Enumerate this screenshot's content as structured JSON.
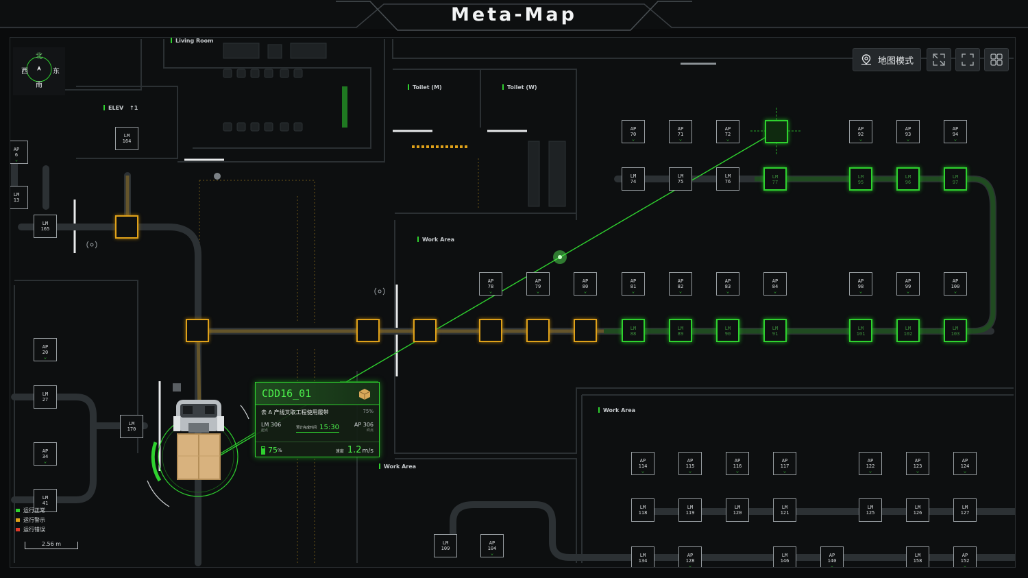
{
  "header": {
    "title": "Meta-Map"
  },
  "toolbar": {
    "map_mode_label": "地图模式"
  },
  "compass": {
    "north": "北",
    "south": "南",
    "east": "东",
    "west": "西"
  },
  "rooms": {
    "living_room": "Living Room",
    "elev": "ELEV",
    "elev_floor": "↑1",
    "toilet_m": "Toilet (M)",
    "toilet_w": "Toilet (W)",
    "work_area_1": "Work Area",
    "work_area_2": "Work Area",
    "work_area_3": "Work Area"
  },
  "nodes": [
    {
      "id": "ap70",
      "t": "AP",
      "n": "70",
      "k": "ap",
      "s": "w"
    },
    {
      "id": "ap71",
      "t": "AP",
      "n": "71",
      "k": "ap",
      "s": "w"
    },
    {
      "id": "ap72",
      "t": "AP",
      "n": "72",
      "k": "ap",
      "s": "w"
    },
    {
      "id": "ap92",
      "t": "AP",
      "n": "92",
      "k": "ap",
      "s": "w"
    },
    {
      "id": "ap93",
      "t": "AP",
      "n": "93",
      "k": "ap",
      "s": "w"
    },
    {
      "id": "ap94",
      "t": "AP",
      "n": "94",
      "k": "ap",
      "s": "w"
    },
    {
      "id": "lm74",
      "t": "LM",
      "n": "74",
      "k": "lm",
      "s": "w"
    },
    {
      "id": "lm75",
      "t": "LM",
      "n": "75",
      "k": "lm",
      "s": "w"
    },
    {
      "id": "lm76",
      "t": "LM",
      "n": "76",
      "k": "lm",
      "s": "w"
    },
    {
      "id": "lm77",
      "t": "LM",
      "n": "77",
      "k": "lm",
      "s": "g"
    },
    {
      "id": "lm95",
      "t": "LM",
      "n": "95",
      "k": "lm",
      "s": "g"
    },
    {
      "id": "lm96",
      "t": "LM",
      "n": "96",
      "k": "lm",
      "s": "g"
    },
    {
      "id": "lm97",
      "t": "LM",
      "n": "97",
      "k": "lm",
      "s": "g"
    },
    {
      "id": "ap78",
      "t": "AP",
      "n": "78",
      "k": "ap",
      "s": "w"
    },
    {
      "id": "ap79",
      "t": "AP",
      "n": "79",
      "k": "ap",
      "s": "w"
    },
    {
      "id": "ap80",
      "t": "AP",
      "n": "80",
      "k": "ap",
      "s": "w"
    },
    {
      "id": "ap81",
      "t": "AP",
      "n": "81",
      "k": "ap",
      "s": "w"
    },
    {
      "id": "ap82",
      "t": "AP",
      "n": "82",
      "k": "ap",
      "s": "w"
    },
    {
      "id": "ap83",
      "t": "AP",
      "n": "83",
      "k": "ap",
      "s": "w"
    },
    {
      "id": "ap84",
      "t": "AP",
      "n": "84",
      "k": "ap",
      "s": "w"
    },
    {
      "id": "ap98",
      "t": "AP",
      "n": "98",
      "k": "ap",
      "s": "w"
    },
    {
      "id": "ap99",
      "t": "AP",
      "n": "99",
      "k": "ap",
      "s": "w"
    },
    {
      "id": "ap100",
      "t": "AP",
      "n": "100",
      "k": "ap",
      "s": "w"
    },
    {
      "id": "lm88",
      "t": "LM",
      "n": "88",
      "k": "lm",
      "s": "g"
    },
    {
      "id": "lm89",
      "t": "LM",
      "n": "89",
      "k": "lm",
      "s": "g"
    },
    {
      "id": "lm90",
      "t": "LM",
      "n": "90",
      "k": "lm",
      "s": "g"
    },
    {
      "id": "lm91",
      "t": "LM",
      "n": "91",
      "k": "lm",
      "s": "g"
    },
    {
      "id": "lm101",
      "t": "LM",
      "n": "101",
      "k": "lm",
      "s": "g"
    },
    {
      "id": "lm102",
      "t": "LM",
      "n": "102",
      "k": "lm",
      "s": "g"
    },
    {
      "id": "lm103",
      "t": "LM",
      "n": "103",
      "k": "lm",
      "s": "g"
    },
    {
      "id": "lm165",
      "t": "LM",
      "n": "165",
      "k": "lm",
      "s": "w"
    },
    {
      "id": "ap20",
      "t": "AP",
      "n": "20",
      "k": "ap",
      "s": "w"
    },
    {
      "id": "lm27",
      "t": "LM",
      "n": "27",
      "k": "lm",
      "s": "w"
    },
    {
      "id": "lm170",
      "t": "LM",
      "n": "170",
      "k": "lm",
      "s": "w"
    },
    {
      "id": "ap34",
      "t": "AP",
      "n": "34",
      "k": "ap",
      "s": "w"
    },
    {
      "id": "lm41",
      "t": "LM",
      "n": "41",
      "k": "lm",
      "s": "w"
    },
    {
      "id": "ap114",
      "t": "AP",
      "n": "114",
      "k": "ap",
      "s": "w"
    },
    {
      "id": "ap115",
      "t": "AP",
      "n": "115",
      "k": "ap",
      "s": "w"
    },
    {
      "id": "ap116",
      "t": "AP",
      "n": "116",
      "k": "ap",
      "s": "w"
    },
    {
      "id": "ap117",
      "t": "AP",
      "n": "117",
      "k": "ap",
      "s": "w"
    },
    {
      "id": "ap122",
      "t": "AP",
      "n": "122",
      "k": "ap",
      "s": "w"
    },
    {
      "id": "ap123",
      "t": "AP",
      "n": "123",
      "k": "ap",
      "s": "w"
    },
    {
      "id": "ap124",
      "t": "AP",
      "n": "124",
      "k": "ap",
      "s": "w"
    },
    {
      "id": "lm118",
      "t": "LM",
      "n": "118",
      "k": "lm",
      "s": "w"
    },
    {
      "id": "lm119",
      "t": "LM",
      "n": "119",
      "k": "lm",
      "s": "w"
    },
    {
      "id": "lm120",
      "t": "LM",
      "n": "120",
      "k": "lm",
      "s": "w"
    },
    {
      "id": "lm121",
      "t": "LM",
      "n": "121",
      "k": "lm",
      "s": "w"
    },
    {
      "id": "lm125",
      "t": "LM",
      "n": "125",
      "k": "lm",
      "s": "w"
    },
    {
      "id": "lm126",
      "t": "LM",
      "n": "126",
      "k": "lm",
      "s": "w"
    },
    {
      "id": "lm127",
      "t": "LM",
      "n": "127",
      "k": "lm",
      "s": "w"
    },
    {
      "id": "lm109",
      "t": "LM",
      "n": "109",
      "k": "lm",
      "s": "w"
    },
    {
      "id": "ap104",
      "t": "AP",
      "n": "104",
      "k": "ap",
      "s": "w"
    },
    {
      "id": "lm134",
      "t": "LM",
      "n": "134",
      "k": "lm",
      "s": "w"
    },
    {
      "id": "ap128",
      "t": "AP",
      "n": "128",
      "k": "ap",
      "s": "w"
    },
    {
      "id": "lm146",
      "t": "LM",
      "n": "146",
      "k": "lm",
      "s": "w"
    },
    {
      "id": "ap140",
      "t": "AP",
      "n": "140",
      "k": "ap",
      "s": "w"
    },
    {
      "id": "lm158",
      "t": "LM",
      "n": "158",
      "k": "lm",
      "s": "w"
    },
    {
      "id": "ap152",
      "t": "AP",
      "n": "152",
      "k": "ap",
      "s": "w"
    },
    {
      "id": "ap6",
      "t": "AP",
      "n": "6",
      "k": "ap",
      "s": "w"
    },
    {
      "id": "lm13",
      "t": "LM",
      "n": "13",
      "k": "lm",
      "s": "w"
    },
    {
      "id": "lm164",
      "t": "LM",
      "n": "164",
      "k": "lm",
      "s": "w"
    }
  ],
  "vehicle": {
    "id": "CDD16_01",
    "task": "去 A 产线叉取工程使用履带",
    "task_progress": "75%",
    "from_label": "LM 306",
    "from_sub": "起点",
    "eta_label": "预计完成时间",
    "eta_value": "15:30",
    "to_label": "AP 306",
    "to_sub": "终点",
    "battery": "75",
    "battery_unit": "%",
    "battery_level": 0.75,
    "speed_label": "速度",
    "speed_value": "1.2",
    "speed_unit": "m/s"
  },
  "legend": [
    {
      "label": "运行正常",
      "color": "#2fd22f"
    },
    {
      "label": "运行警示",
      "color": "#e0a21a"
    },
    {
      "label": "运行错误",
      "color": "#e03a2a"
    }
  ],
  "scale": {
    "label": "2.56 m"
  },
  "colors": {
    "accent": "#2fd22f",
    "warn": "#e0a21a",
    "error": "#e03a2a"
  }
}
